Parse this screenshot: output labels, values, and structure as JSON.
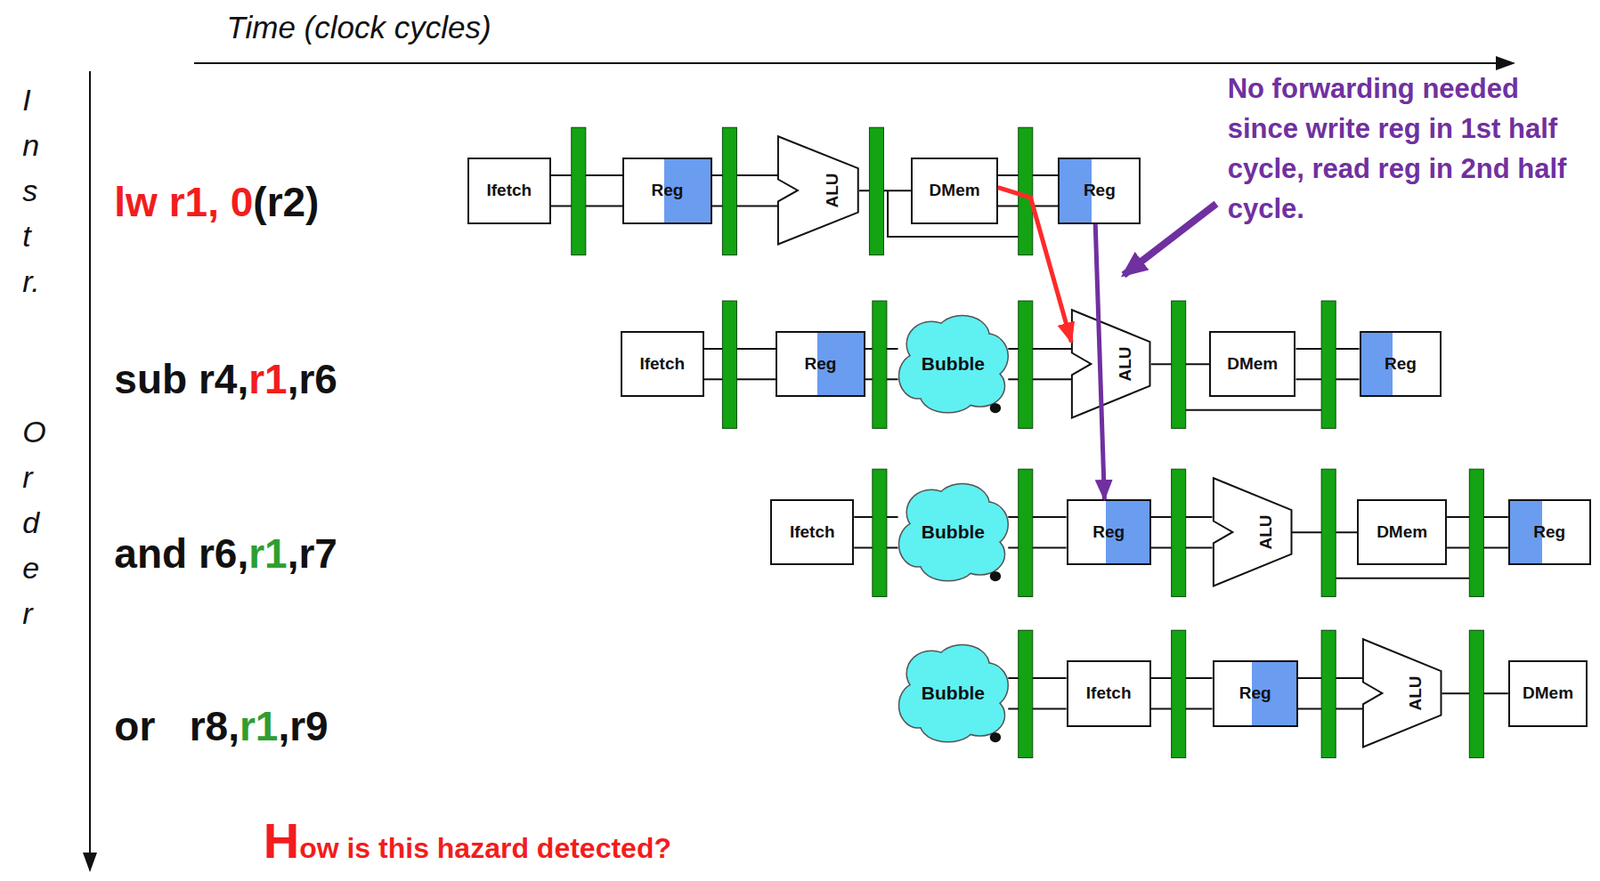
{
  "diagram": {
    "nodes": [
      {
        "text": [
          "Ifetch"
        ]
      },
      {
        "text": [
          "Reg"
        ]
      },
      {
        "text": [
          "ALU"
        ]
      },
      {
        "text": [
          "DMem"
        ]
      },
      {
        "text": [
          "Reg"
        ]
      },
      {
        "text": [
          "Ifetch"
        ]
      },
      {
        "text": [
          "Reg"
        ]
      },
      {
        "text": [
          "Bubble"
        ]
      },
      {
        "text": [
          "ALU"
        ]
      },
      {
        "text": [
          "DMem"
        ]
      },
      {
        "text": [
          "Reg"
        ]
      },
      {
        "text": [
          "Ifetch"
        ]
      },
      {
        "text": [
          "Bubble"
        ]
      },
      {
        "text": [
          "Reg"
        ]
      },
      {
        "text": [
          "ALU"
        ]
      },
      {
        "text": [
          "DMem"
        ]
      },
      {
        "text": [
          "Reg"
        ]
      },
      {
        "text": [
          "Bubble"
        ]
      },
      {
        "text": [
          "Ifetch"
        ]
      },
      {
        "text": [
          "Reg"
        ]
      },
      {
        "text": [
          "ALU"
        ]
      },
      {
        "text": [
          "DMem"
        ]
      }
    ],
    "edges": [
      {
        "from": 3,
        "to": 8,
        "arrow": "to"
      },
      {
        "from": 4,
        "to": 13,
        "arrow": "to"
      }
    ],
    "labels": [
      "Time (clock cycles)",
      "Instr.",
      "Order",
      "lw r1, 0",
      "(r2)",
      "sub r4,",
      "r1",
      ",r6",
      "and r6,",
      "r1",
      ",r7",
      "or   r8,",
      "r1",
      ",r9",
      "No forwarding needed since write reg in 1st half cycle, read reg in 2nd half cycle.",
      "H",
      "ow is this hazard detected?"
    ]
  }
}
